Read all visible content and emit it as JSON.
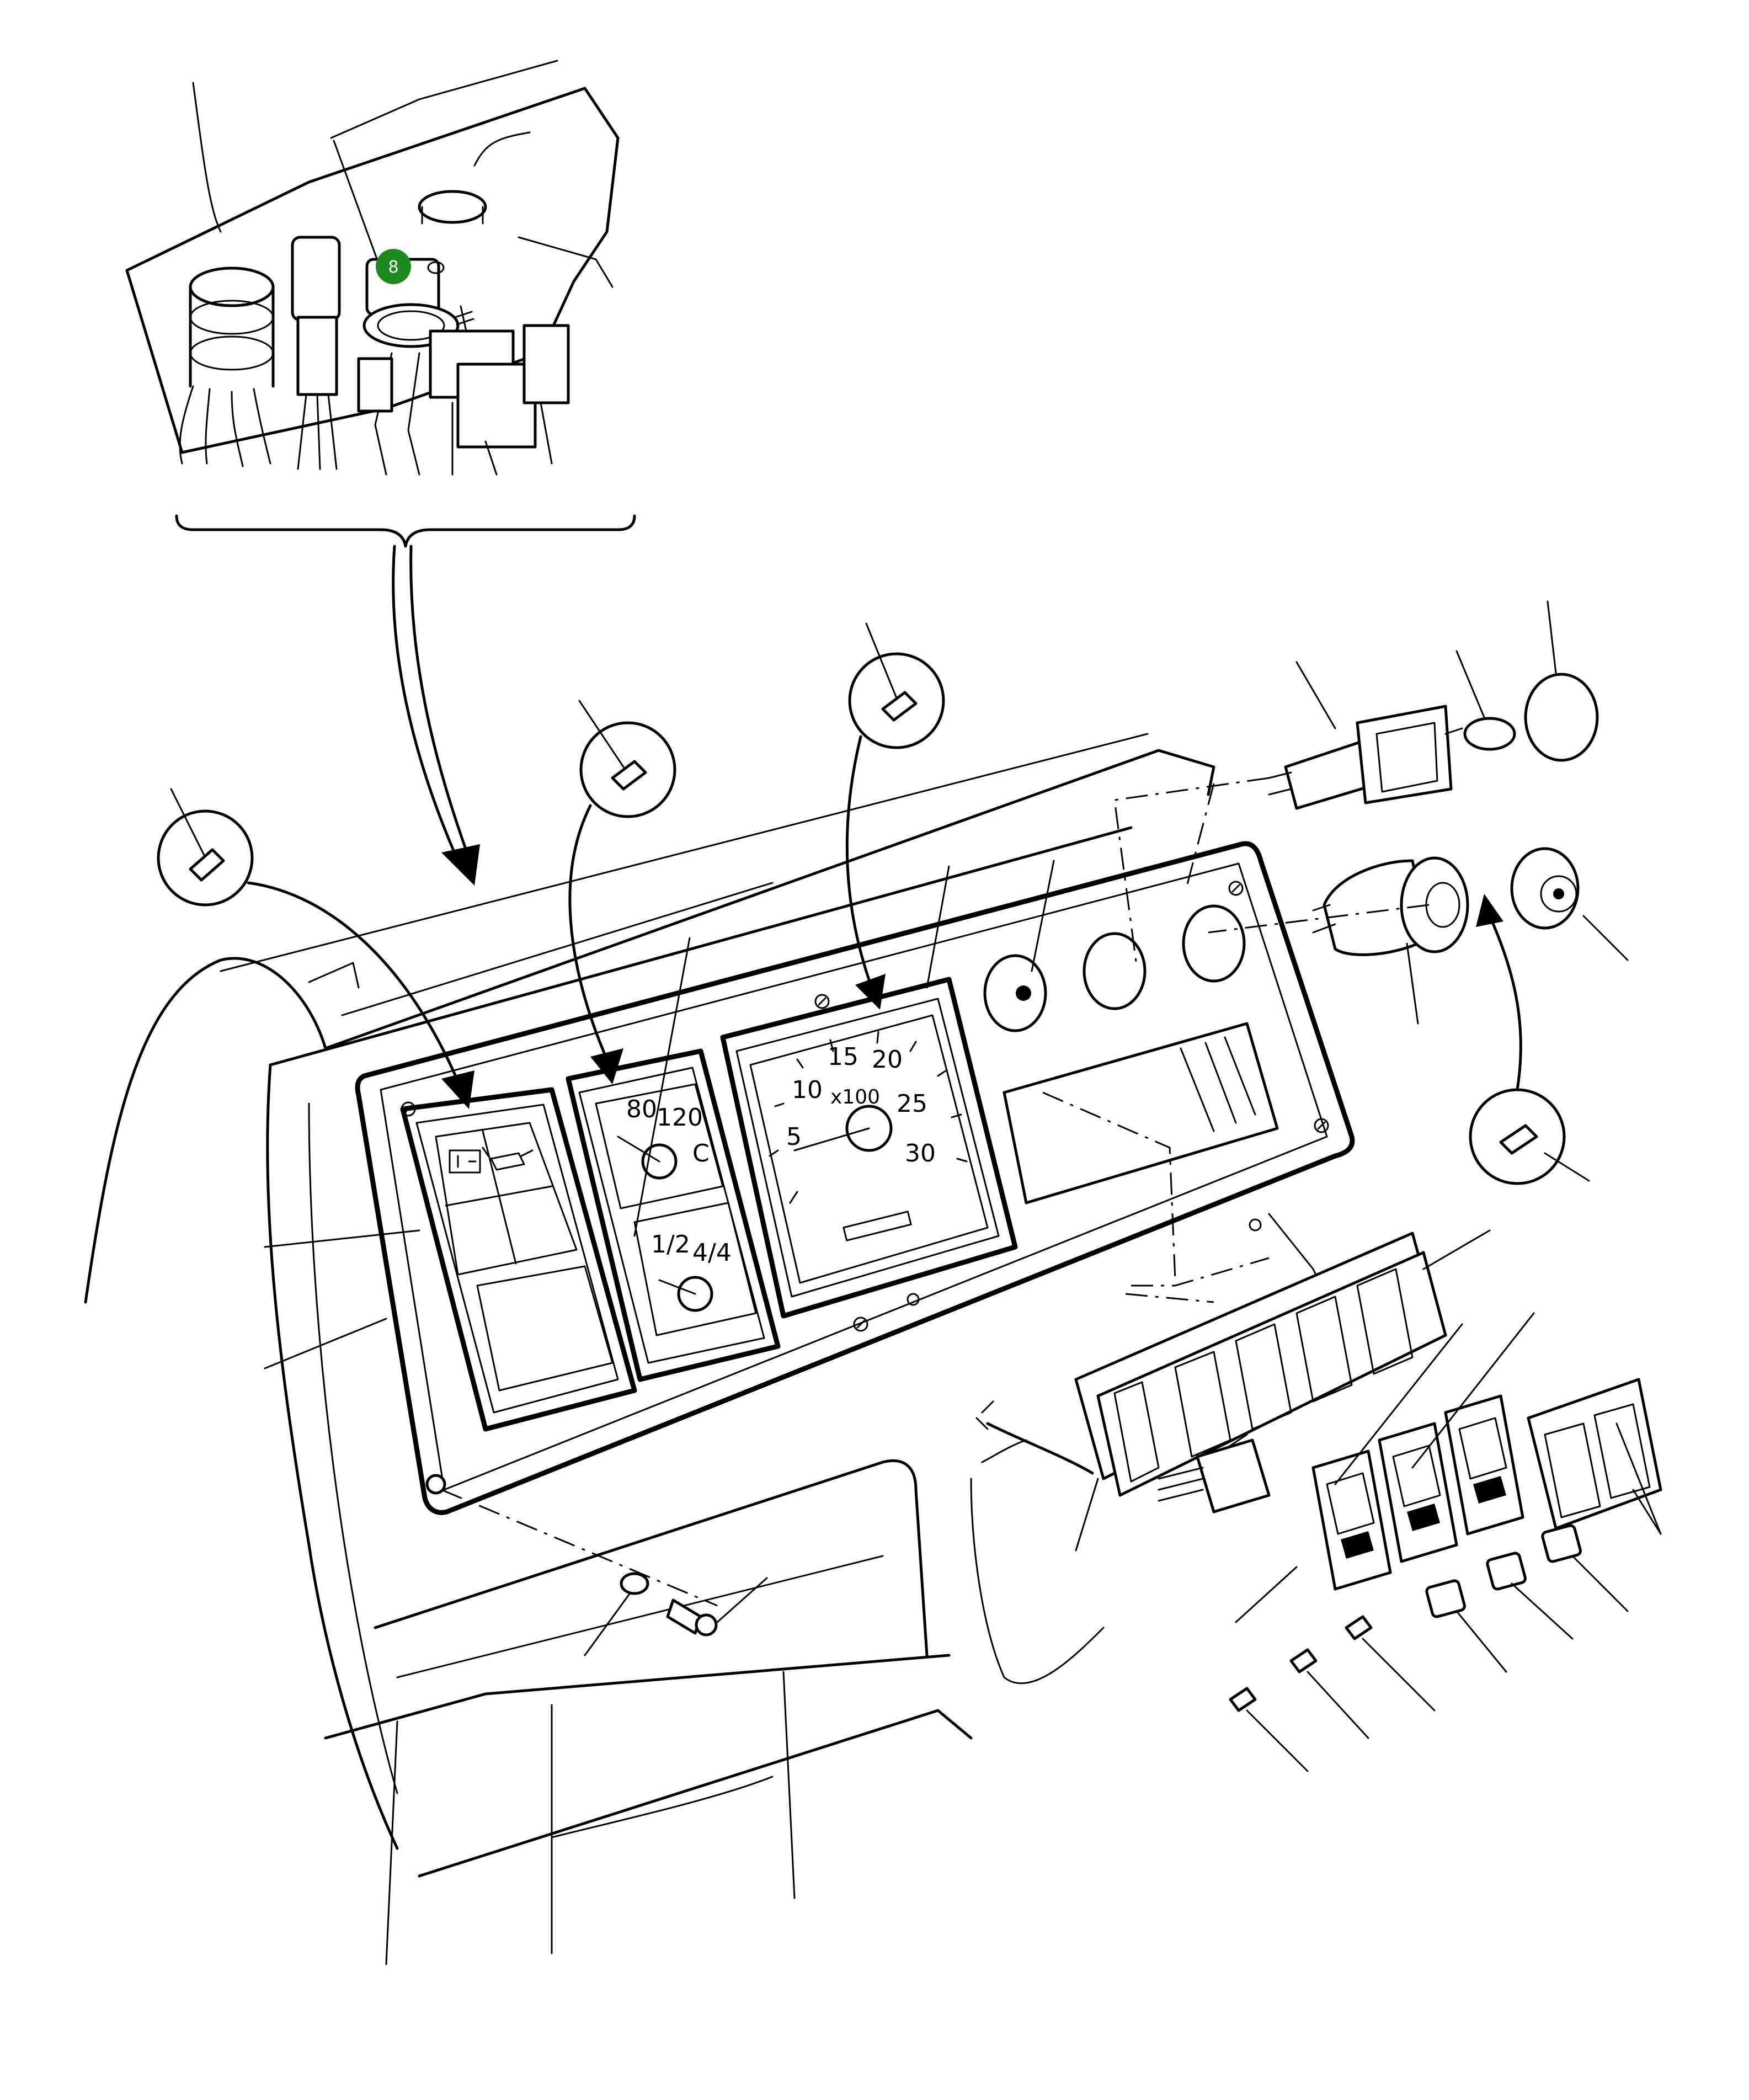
{
  "diagram": {
    "callout": {
      "label": "8",
      "color": "#1e8a1e"
    },
    "speedometer": {
      "scale_labels": [
        "5",
        "10",
        "15",
        "20",
        "25",
        "30"
      ],
      "multiplier": "x100"
    },
    "temperature_gauge": {
      "labels": [
        "80",
        "120",
        "C"
      ]
    },
    "fuel_gauge": {
      "labels": [
        "1/2",
        "4/4"
      ]
    }
  }
}
